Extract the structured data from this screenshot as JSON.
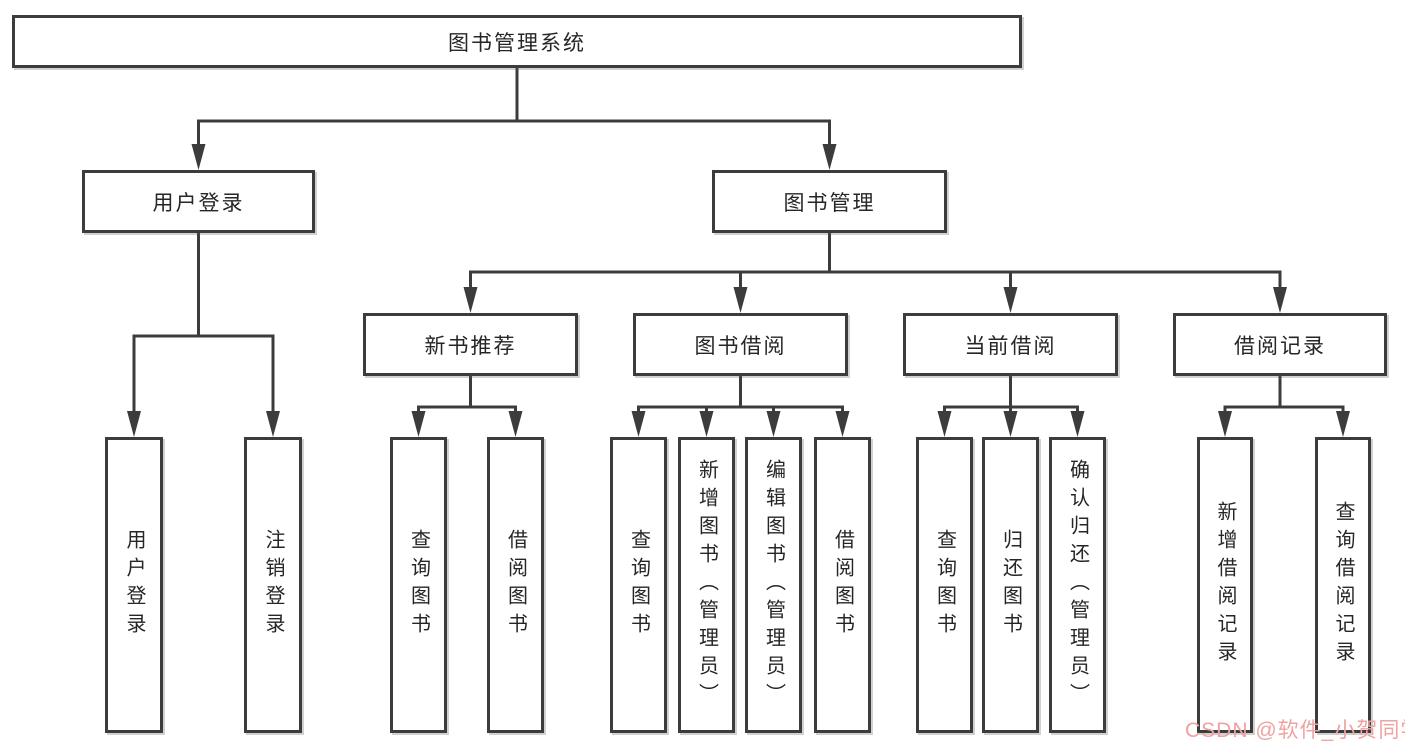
{
  "colors": {
    "background": "#ffffff",
    "box_border": "#3c3c3c",
    "connector_line": "#3c3c3c",
    "text": "#262626",
    "watermark": "#f0a2a2"
  },
  "watermark": {
    "text": "CSDN @软件_小贺同学"
  },
  "tree": {
    "label": "图书管理系统",
    "children": [
      {
        "label": "用户登录",
        "children": [
          {
            "label": "用户登录"
          },
          {
            "label": "注销登录"
          }
        ]
      },
      {
        "label": "图书管理",
        "children": [
          {
            "label": "新书推荐",
            "children": [
              {
                "label": "查询图书"
              },
              {
                "label": "借阅图书"
              }
            ]
          },
          {
            "label": "图书借阅",
            "children": [
              {
                "label": "查询图书"
              },
              {
                "label": "新增图书（管理员）"
              },
              {
                "label": "编辑图书（管理员）"
              },
              {
                "label": "借阅图书"
              }
            ]
          },
          {
            "label": "当前借阅",
            "children": [
              {
                "label": "查询图书"
              },
              {
                "label": "归还图书"
              },
              {
                "label": "确认归还（管理员）"
              }
            ]
          },
          {
            "label": "借阅记录",
            "children": [
              {
                "label": "新增借阅记录"
              },
              {
                "label": "查询借阅记录"
              }
            ]
          }
        ]
      }
    ]
  }
}
